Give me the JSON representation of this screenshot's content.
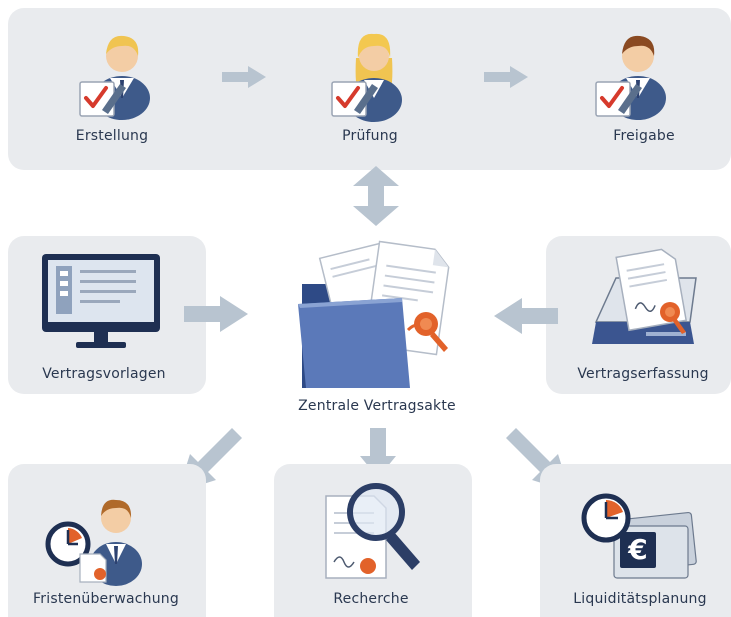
{
  "workflow": {
    "steps": [
      {
        "label": "Erstellung"
      },
      {
        "label": "Prüfung"
      },
      {
        "label": "Freigabe"
      }
    ]
  },
  "center": {
    "label": "Zentrale Vertragsakte"
  },
  "inputs": {
    "left": {
      "label": "Vertragsvorlagen"
    },
    "right": {
      "label": "Vertragserfassung"
    }
  },
  "outputs": [
    {
      "label": "Fristenüberwachung"
    },
    {
      "label": "Recherche"
    },
    {
      "label": "Liquiditätsplanung"
    }
  ],
  "colors": {
    "panel": "#e9ebee",
    "arrow": "#b8c4d0",
    "folder": "#4d6aa8",
    "seal": "#e2622a",
    "check": "#d63a2c",
    "text": "#2a3850"
  }
}
